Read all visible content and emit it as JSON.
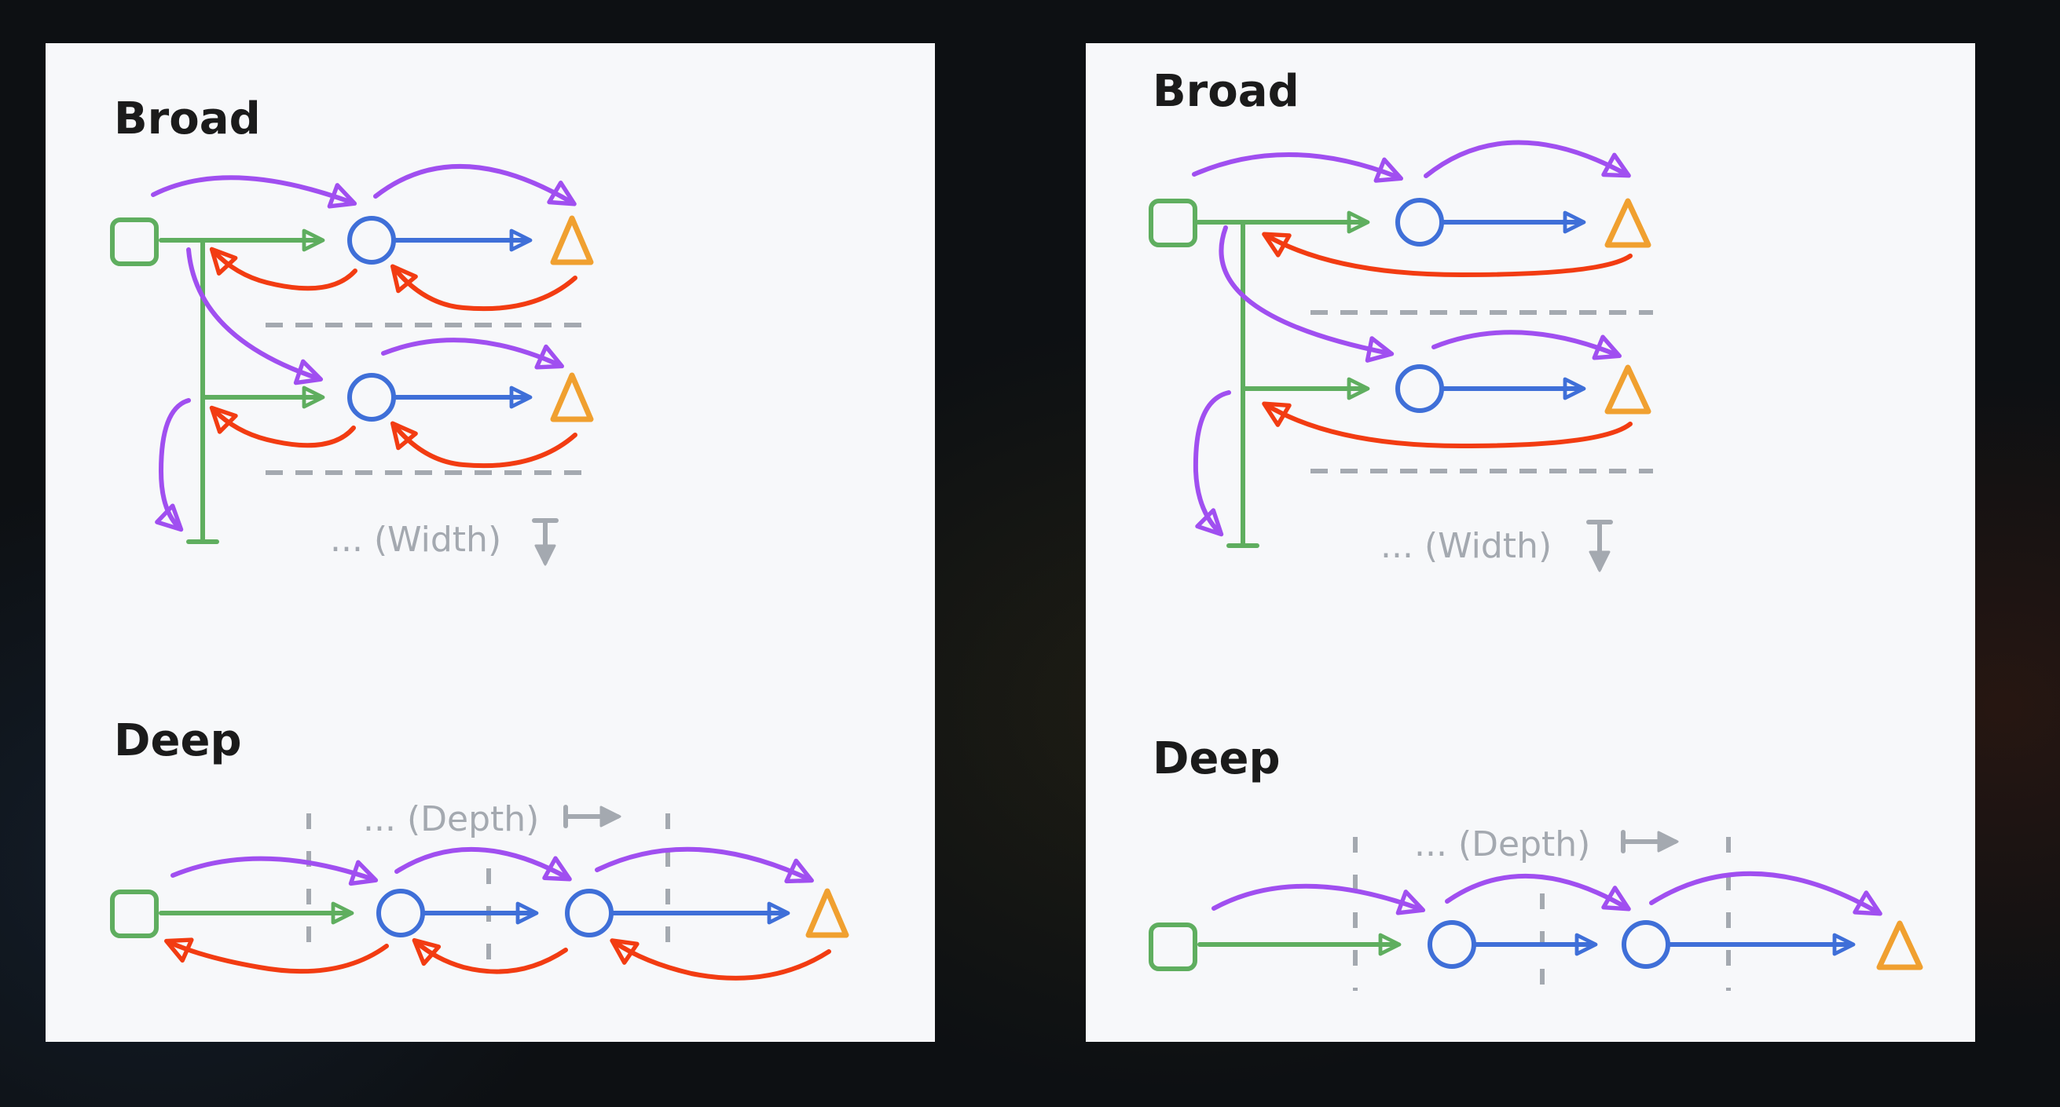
{
  "panels": [
    {
      "broad_heading": "Broad",
      "width_label": "... (Width)",
      "deep_heading": "Deep",
      "depth_label": "... (Depth)"
    },
    {
      "broad_heading": "Broad",
      "width_label": "... (Width)",
      "deep_heading": "Deep",
      "depth_label": "... (Depth)"
    }
  ],
  "colors": {
    "start_node": "#5fae5f",
    "intermediate_node": "#3f6fd8",
    "end_node": "#f0a030",
    "forward_arc": "#a04ff0",
    "backward_arc": "#f23c12",
    "annotation": "#a4a9b0",
    "panel_background": "#f7f8fa",
    "page_background": "#0d1013"
  },
  "icons": {
    "start": "green-square-icon",
    "intermediate": "blue-circle-icon",
    "end": "orange-triangle-icon"
  }
}
